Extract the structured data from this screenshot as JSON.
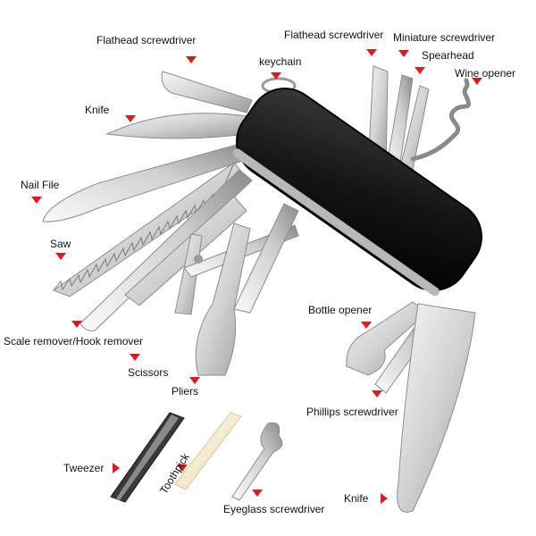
{
  "colors": {
    "steel_light": "#eeeeee",
    "steel_mid": "#c8c8c8",
    "steel_dark": "#8e8e8e",
    "handle": "#1c1c1c",
    "marker": "#d81c22",
    "text": "#111111"
  },
  "labels": {
    "flathead_left": "Flathead screwdriver",
    "keychain": "keychain",
    "flathead_right": "Flathead screwdriver",
    "miniature": "Miniature screwdriver",
    "spearhead": "Spearhead",
    "wine_opener": "Wine opener",
    "knife_top": "Knife",
    "nail_file": "Nail File",
    "saw": "Saw",
    "scale_remover": "Scale remover/Hook remover",
    "scissors": "Scissors",
    "pliers": "Pliers",
    "bottle_opener": "Bottle opener",
    "phillips": "Phillips screwdriver",
    "tweezer": "Tweezer",
    "toothpick": "Toothpick",
    "eyeglass": "Eyeglass screwdriver",
    "knife_bottom": "Knife"
  }
}
